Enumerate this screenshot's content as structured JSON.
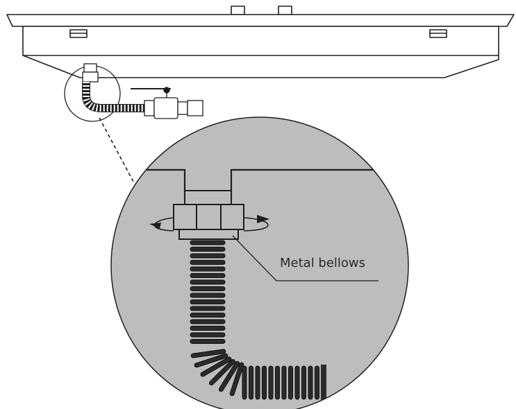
{
  "figure": {
    "callout_label": "Metal bellows"
  },
  "colors": {
    "line": "#1e1e1e",
    "circle_fill": "#bdbdbd",
    "dark": "#2b2b2b",
    "background": "#ffffff"
  },
  "icons": [
    "cooktop-panel",
    "gas-connector",
    "ball-valve",
    "magnifier-circle",
    "nut-icon",
    "rotation-arrow-icon",
    "bellows-hose"
  ]
}
